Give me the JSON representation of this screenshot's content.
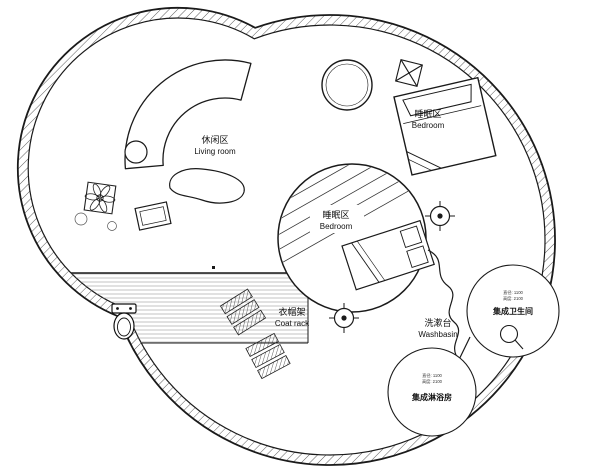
{
  "plan": {
    "areas": {
      "living": {
        "zh": "休闲区",
        "en": "Living room"
      },
      "bedroom_main": {
        "zh": "睡眠区",
        "en": "Bedroom"
      },
      "bedroom_pod": {
        "zh": "睡眠区",
        "en": "Bedroom"
      },
      "coat_rack": {
        "zh": "衣帽架",
        "en": "Coat rack"
      },
      "washbasin": {
        "zh": "洗漱台",
        "en": "Washbasin"
      },
      "bathroom_pod": {
        "name": "集成卫生间",
        "dim1": "直径: 1100",
        "dim2": "高度: 2100"
      },
      "shower_pod": {
        "name": "集成淋浴房",
        "dim1": "直径: 1100",
        "dim2": "高度: 2100"
      }
    },
    "colors": {
      "line": "#1a1a1a",
      "hatch": "#4a4a4a",
      "background": "#ffffff"
    }
  }
}
